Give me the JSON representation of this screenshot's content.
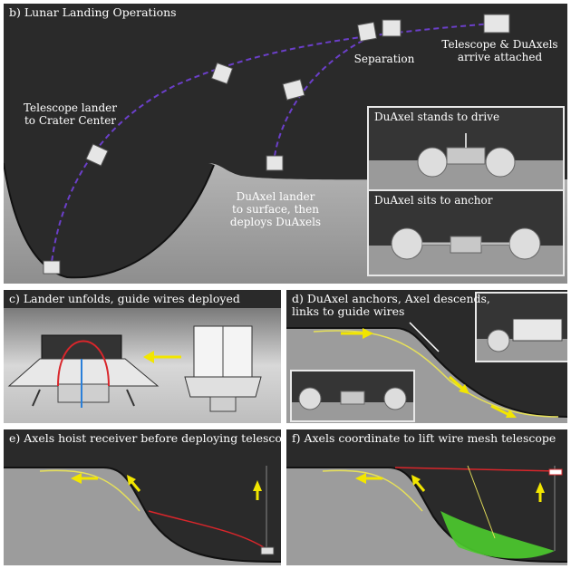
{
  "panel_b": {
    "title": "b) Lunar Landing Operations",
    "labels": {
      "telescope_lander": [
        "Telescope lander",
        "to Crater Center"
      ],
      "separation": "Separation",
      "arrive": [
        "Telescope & DuAxels",
        "arrive attached"
      ],
      "duaxel_lander": [
        "DuAxel lander",
        "to surface, then",
        "deploys DuAxels"
      ]
    },
    "inset_stand": "DuAxel stands to drive",
    "inset_sit": "DuAxel sits to anchor"
  },
  "panel_c": {
    "title": "c) Lander unfolds, guide wires deployed"
  },
  "panel_d": {
    "title": [
      "d) DuAxel anchors, Axel descends,",
      "links to guide wires"
    ]
  },
  "panel_e": {
    "title": "e) Axels hoist receiver before deploying telescope"
  },
  "panel_f": {
    "title": "f) Axels coordinate to lift wire mesh telescope"
  },
  "colors": {
    "background": "#2a2a2a",
    "regolith": "#a8a8a8",
    "trajectory": "#6b3fc9",
    "arrow": "#f2e600",
    "wire_red": "#d9262b",
    "wire_yellow": "#e6e05a",
    "mesh_green": "#4dcc2e"
  }
}
